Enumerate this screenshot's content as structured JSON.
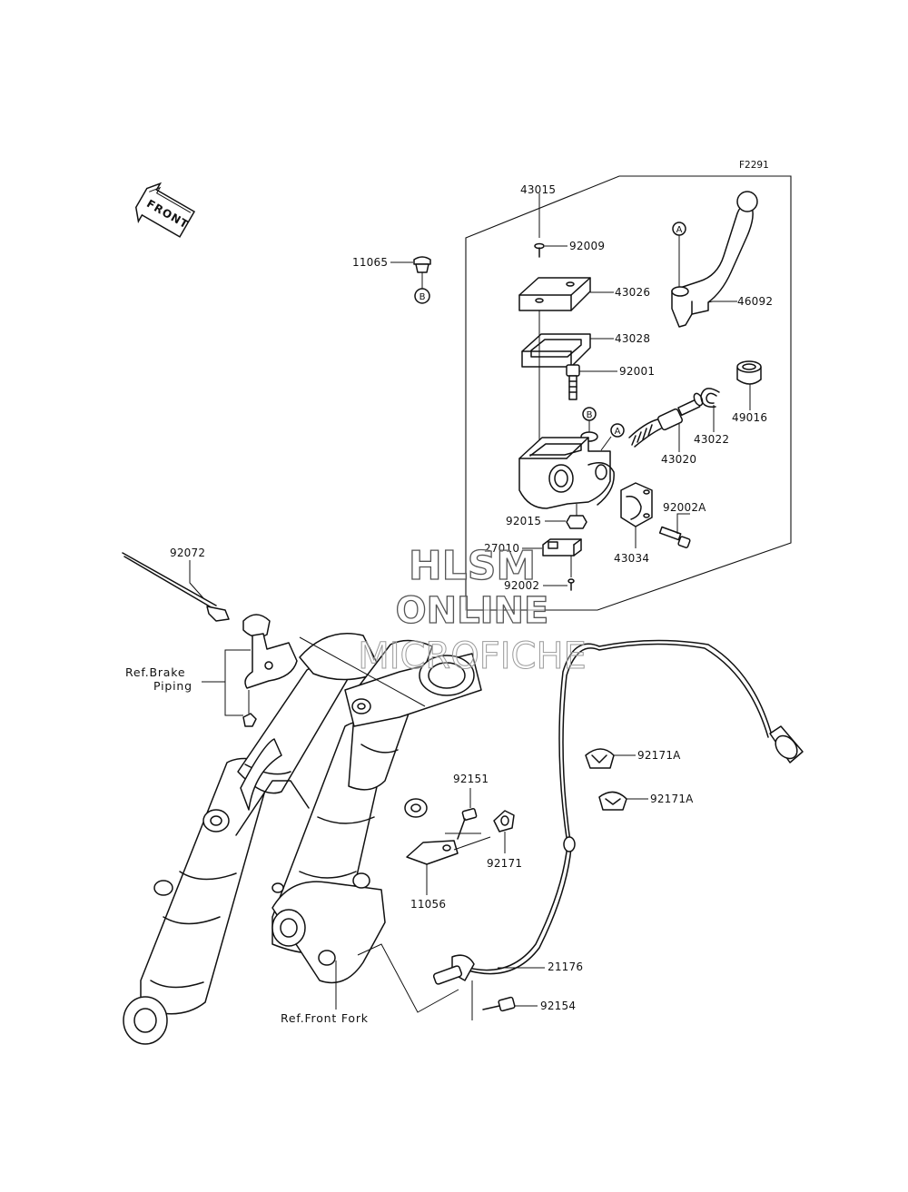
{
  "figure_id": "F2291",
  "front_label": "FRONT",
  "watermark": {
    "line1": "HLSM",
    "line2": "ONLINE",
    "line3": "MICROFICHE"
  },
  "callouts": {
    "A": "A",
    "B": "B"
  },
  "parts": {
    "p43015": "43015",
    "p92009": "92009",
    "p43026": "43026",
    "p43028": "43028",
    "p92001": "92001",
    "p46092": "46092",
    "p49016": "49016",
    "p43022": "43022",
    "p43020": "43020",
    "p92002A": "92002A",
    "p43034": "43034",
    "p92015": "92015",
    "p27010": "27010",
    "p92002": "92002",
    "p11065": "11065",
    "p92072": "92072",
    "p92171A_1": "92171A",
    "p92171A_2": "92171A",
    "p92151": "92151",
    "p92171": "92171",
    "p11056": "11056",
    "p21176": "21176",
    "p92154": "92154"
  },
  "refs": {
    "brake_line1": "Ref.Brake",
    "brake_line2": "Piping",
    "front_fork": "Ref.Front Fork"
  }
}
